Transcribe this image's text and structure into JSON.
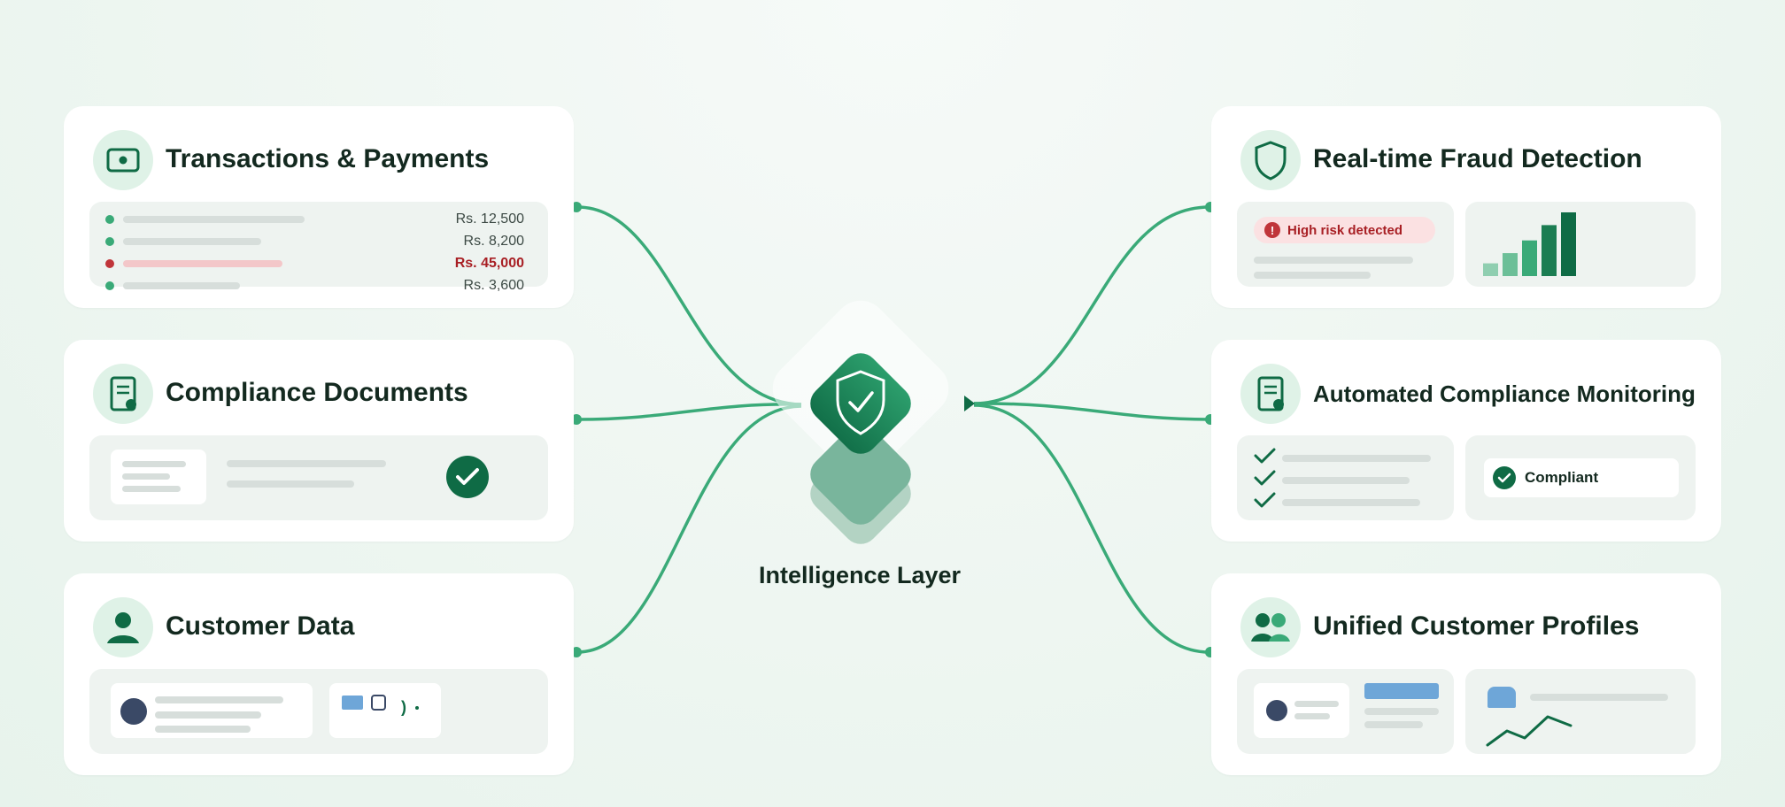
{
  "center": {
    "label": "Intelligence Layer"
  },
  "left_cards": {
    "transactions": {
      "title": "Transactions & Payments",
      "amounts": [
        "Rs. 12,500",
        "Rs. 8,200",
        "Rs. 45,000",
        "Rs. 3,600"
      ]
    },
    "compliance": {
      "title": "Compliance Documents"
    },
    "customer": {
      "title": "Customer Data"
    }
  },
  "right_cards": {
    "fraud": {
      "title": "Real-time Fraud Detection",
      "alert": "High risk detected",
      "bar_levels": [
        0.2,
        0.36,
        0.56,
        0.8,
        1.0
      ]
    },
    "monitoring": {
      "title": "Automated Compliance Monitoring",
      "status": "Compliant"
    },
    "profiles": {
      "title": "Unified Customer Profiles"
    }
  },
  "colors": {
    "accent": "#3aaa78",
    "dark_green": "#0f6b45",
    "danger": "#c0353a",
    "profile_blue": "#6ea6d8",
    "avatar_navy": "#3a4966"
  }
}
